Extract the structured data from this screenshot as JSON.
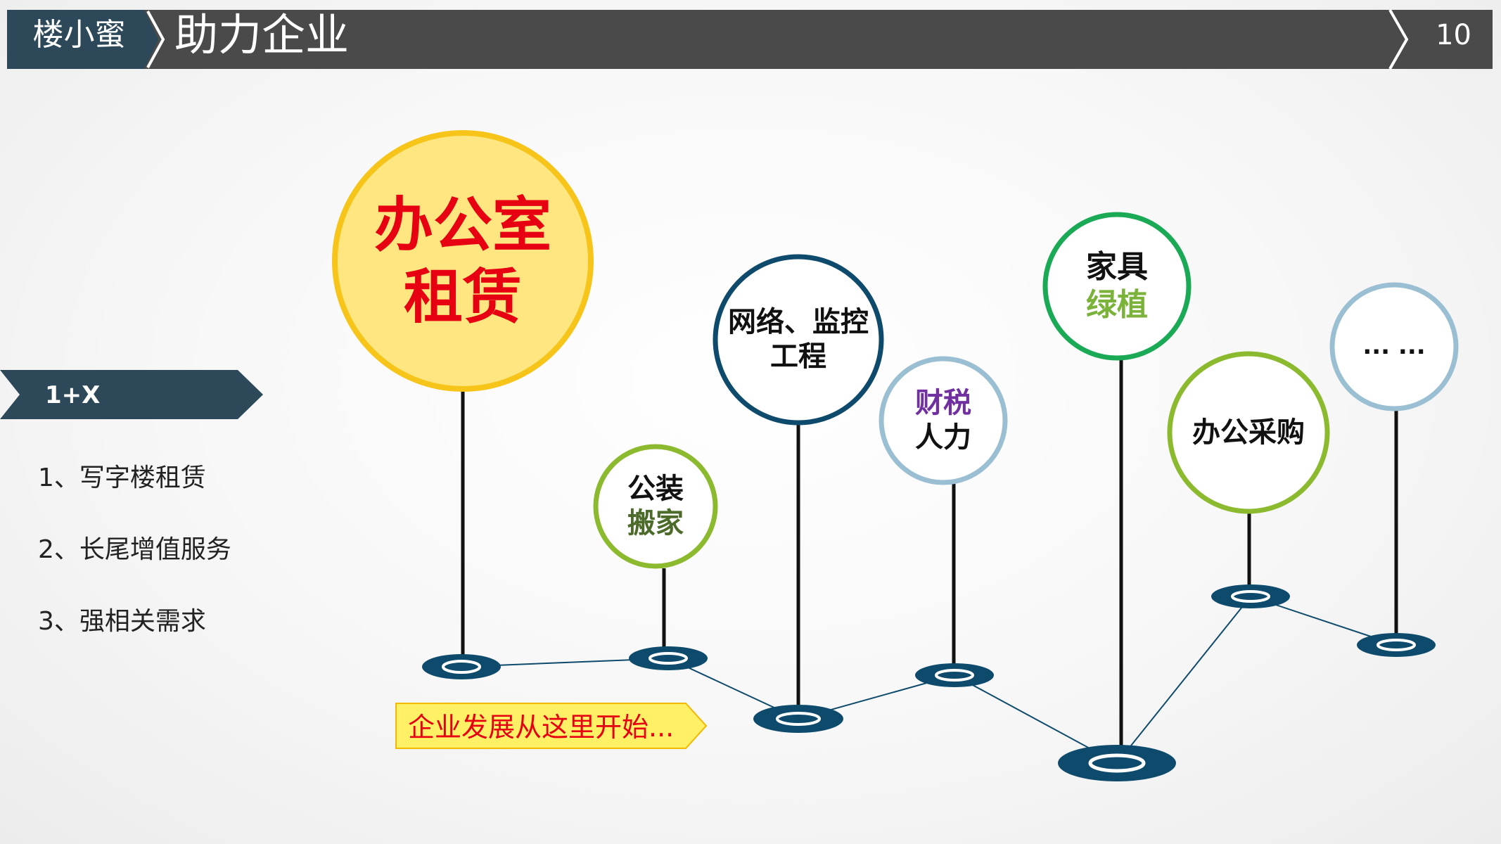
{
  "header": {
    "brand": "楼小蜜",
    "title": "助力企业",
    "page_number": "10"
  },
  "sidebar": {
    "tag": "1+X",
    "points": [
      "1、写字楼租赁",
      "2、长尾增值服务",
      "3、强相关需求"
    ]
  },
  "start_label": "企业发展从这里开始...",
  "balloons": {
    "office": {
      "line1": "办公室",
      "line2": "租赁"
    },
    "decoration": {
      "line1": "公装",
      "line2": "搬家"
    },
    "network": {
      "line1": "网络、监控",
      "line2": "工程"
    },
    "tax": {
      "line1": "财税",
      "line2": "人力"
    },
    "furniture": {
      "line1": "家具",
      "line2": "绿植"
    },
    "purchase": {
      "line1": "办公采购"
    },
    "more": {
      "line1": "... ..."
    }
  },
  "colors": {
    "header_bg": "#4a4a4a",
    "brand_bg": "#2d4858",
    "dark_blue": "#0e4a6b",
    "highlight_red": "#e60012",
    "office_fill": "#ffe680",
    "office_ring": "#f7c51a",
    "green_ring": "#8cba2f",
    "bright_green_ring": "#1aaa55",
    "light_blue_ring": "#9bbfd2",
    "olive_text": "#4c6b2a",
    "purple_text": "#7030a0",
    "green_text": "#7bb33a",
    "tag_fill": "#fff066",
    "tag_border": "#f5b800"
  },
  "icons": [
    "chevron-separator-icon",
    "chevron-right-icon",
    "pin-base-icon"
  ]
}
